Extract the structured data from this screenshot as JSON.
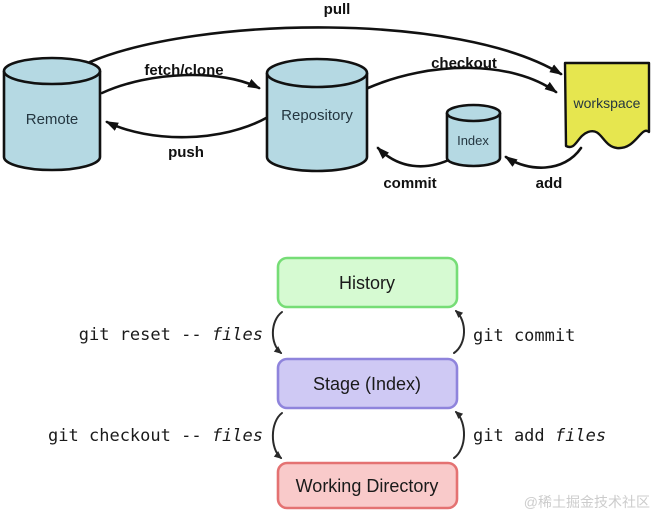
{
  "workflow_diagram": {
    "nodes": {
      "remote": "Remote",
      "repository": "Repository",
      "index": "Index",
      "workspace": "workspace"
    },
    "edges": {
      "pull": "pull",
      "fetch_clone": "fetch/clone",
      "push": "push",
      "checkout": "checkout",
      "commit": "commit",
      "add": "add"
    },
    "colors": {
      "cylinder_fill": "#b5d9e3",
      "workspace_fill": "#e6e64f",
      "outline": "#111111"
    }
  },
  "staging_diagram": {
    "boxes": {
      "history": {
        "label": "History",
        "fill": "#d6fad2",
        "border": "#76dd76"
      },
      "stage": {
        "label": "Stage (Index)",
        "fill": "#cfc9f4",
        "border": "#8f84dc"
      },
      "working_directory": {
        "label": "Working Directory",
        "fill": "#f9caca",
        "border": "#e47272"
      }
    },
    "commands": {
      "reset": {
        "text": "git reset -- ",
        "arg": "files"
      },
      "commit": {
        "text": "git commit",
        "arg": ""
      },
      "checkout": {
        "text": "git checkout -- ",
        "arg": "files"
      },
      "add": {
        "text": "git add ",
        "arg": "files"
      }
    }
  },
  "watermark": {
    "text": "@稀土掘金技术社区",
    "color": "#cccccc"
  }
}
